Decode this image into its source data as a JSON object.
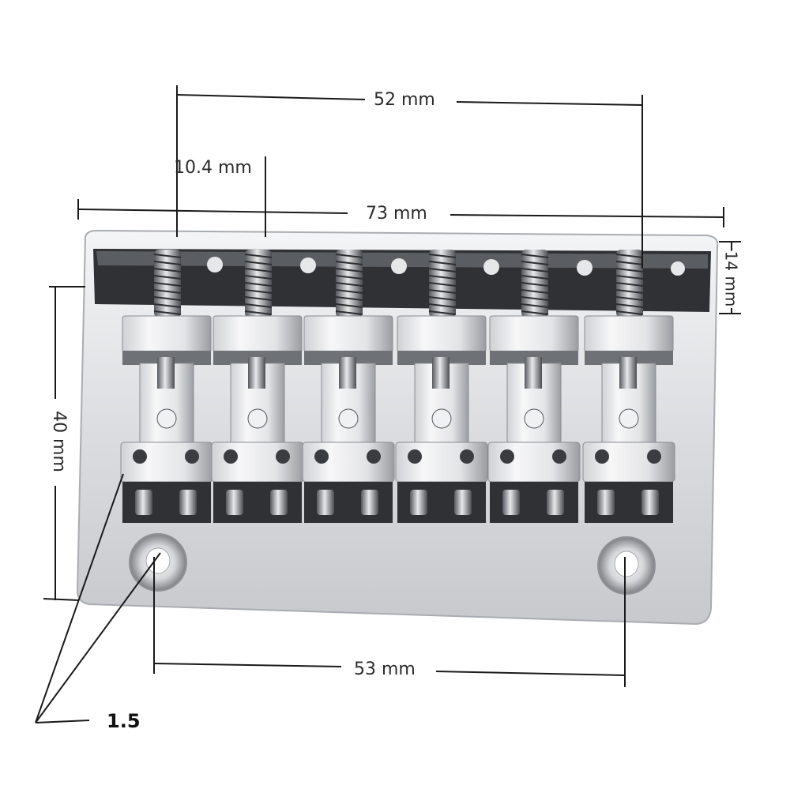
{
  "dimensions": {
    "saddle_span": "52 mm",
    "spring_spacing": "10.4 mm",
    "total_width": "73 mm",
    "height": "14 mm",
    "plate_depth": "40 mm",
    "mount_hole_span": "53 mm",
    "plate_thickness": "1.5"
  },
  "colors": {
    "chrome_light": "#e9eaec",
    "chrome_mid": "#bfc2c6",
    "chrome_dark": "#3a3c40",
    "line": "#1a1a1a"
  }
}
